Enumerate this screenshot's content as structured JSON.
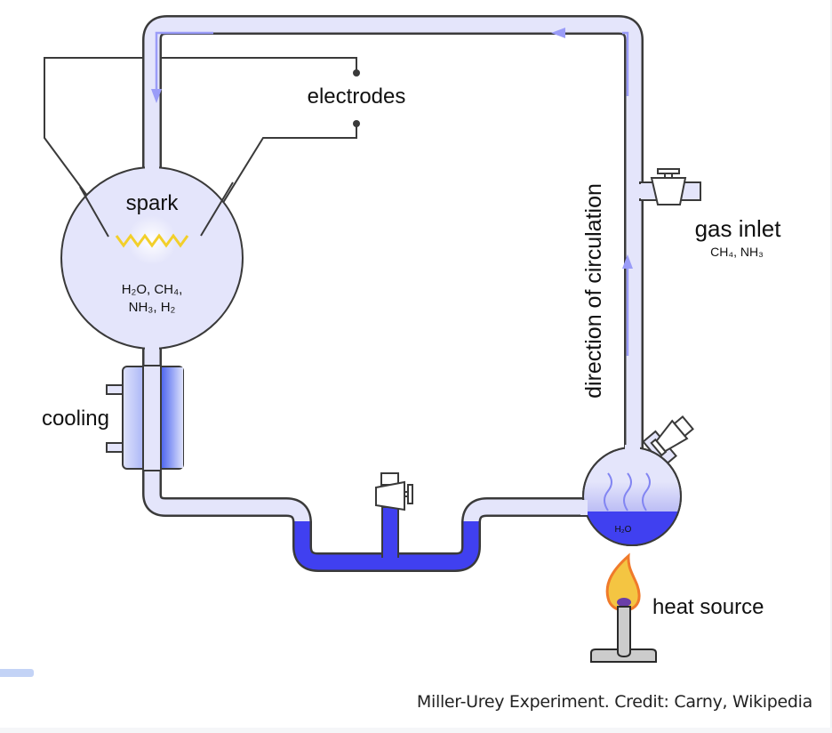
{
  "diagram": {
    "title": "Miller-Urey Experiment",
    "labels": {
      "electrodes": "electrodes",
      "spark": "spark",
      "flask_contents_line1": "H₂O, CH₄,",
      "flask_contents_line2": "NH₃, H₂",
      "cooling": "cooling",
      "direction": "direction of circulation",
      "gas_inlet": "gas inlet",
      "gas_inlet_contents": "CH₄, NH₃",
      "water": "H₂O",
      "heat_source": "heat source"
    },
    "colors": {
      "gas": "#e4e5fb",
      "water": "#4040f0",
      "arrow": "#9a9cf8",
      "outline": "#3a3a3a",
      "spark": "#f2cf2a",
      "flame_outer": "#f07a2a",
      "flame_inner": "#f4c542",
      "flame_base": "#6a3ea8",
      "burner": "#cccccc"
    }
  },
  "caption": "Miller-Urey Experiment. Credit: Carny, Wikipedia"
}
